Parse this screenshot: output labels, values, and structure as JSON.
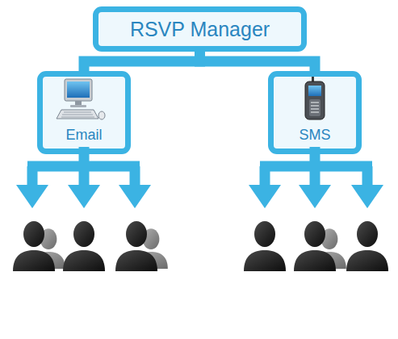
{
  "diagram": {
    "nodes": [
      {
        "text": [
          "RSVP Manager"
        ]
      },
      {
        "text": [
          "Email"
        ]
      },
      {
        "text": [
          "SMS"
        ]
      }
    ],
    "edges": [
      {
        "from": 0,
        "to": 1,
        "arrow": "none"
      },
      {
        "from": 0,
        "to": 2,
        "arrow": "none"
      }
    ]
  }
}
